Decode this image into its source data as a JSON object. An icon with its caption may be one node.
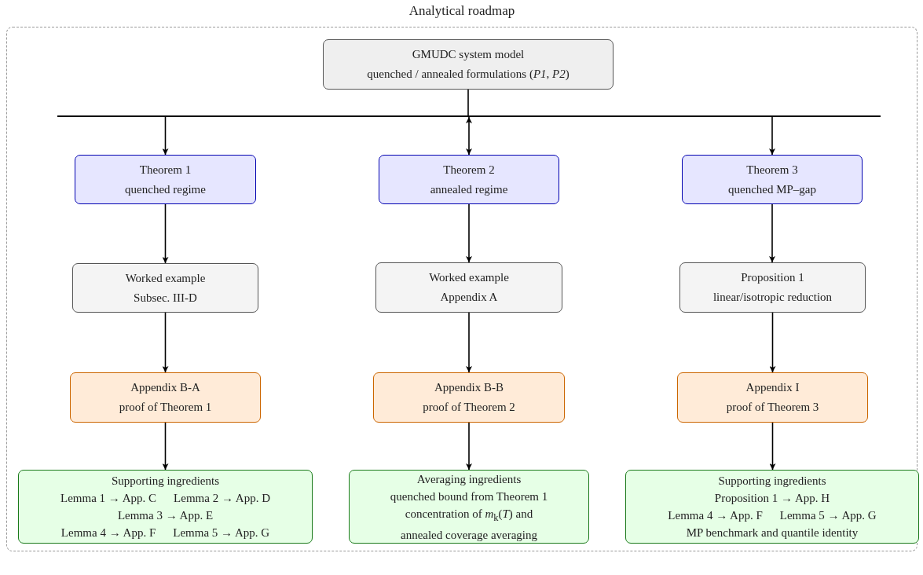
{
  "diagram": {
    "nodes": [
      {
        "text": [
          "Analytical roadmap"
        ]
      },
      {
        "text": [
          "GMUDC system model",
          "quenched / annealed formulations (*P1*, *P2*)"
        ],
        "in": 0
      },
      {
        "text": [],
        "shape": "bar",
        "in": 0
      },
      {
        "text": [
          "Theorem 1",
          "quenched regime"
        ],
        "in": 0
      },
      {
        "text": [
          "Theorem 2",
          "annealed regime"
        ],
        "in": 0
      },
      {
        "text": [
          "Theorem 3",
          "quenched MP–gap"
        ],
        "in": 0
      },
      {
        "text": [
          "Worked example",
          "Subsec. III-D"
        ],
        "in": 0
      },
      {
        "text": [
          "Worked example",
          "Appendix A"
        ],
        "in": 0
      },
      {
        "text": [
          "Proposition 1",
          "linear/isotropic reduction"
        ],
        "in": 0
      },
      {
        "text": [
          "Appendix B-A",
          "proof of Theorem 1"
        ],
        "in": 0
      },
      {
        "text": [
          "Appendix B-B",
          "proof of Theorem 2"
        ],
        "in": 0
      },
      {
        "text": [
          "Appendix I",
          "proof of Theorem 3"
        ],
        "in": 0
      },
      {
        "text": [
          "Supporting ingredients",
          "Lemma 1 → App. C",
          "Lemma 2 → App. D",
          "Lemma 3 → App. E",
          "Lemma 4 → App. F",
          "Lemma 5 → App. G"
        ],
        "in": 0
      },
      {
        "text": [
          "Averaging ingredients",
          "quenched bound from Theorem 1",
          "concentration of *m*$_{k}$(*T*) and annealed coverage averaging"
        ],
        "in": 0
      },
      {
        "text": [
          "Supporting ingredients",
          "Proposition 1 → App. H",
          "Lemma 4 → App. F",
          "Lemma 5 → App. G",
          "MP benchmark and quantile identity"
        ],
        "in": 0
      }
    ],
    "edges": [
      {
        "from": 1,
        "to": 2,
        "arrow": "none"
      },
      {
        "from": 2,
        "to": 3,
        "arrow": "to"
      },
      {
        "from": 2,
        "to": 4,
        "arrow": "both"
      },
      {
        "from": 2,
        "to": 5,
        "arrow": "to"
      },
      {
        "from": 3,
        "to": 6,
        "arrow": "to"
      },
      {
        "from": 4,
        "to": 7,
        "arrow": "to"
      },
      {
        "from": 5,
        "to": 8,
        "arrow": "to"
      },
      {
        "from": 6,
        "to": 9,
        "arrow": "to"
      },
      {
        "from": 7,
        "to": 10,
        "arrow": "to"
      },
      {
        "from": 8,
        "to": 11,
        "arrow": "to"
      },
      {
        "from": 9,
        "to": 12,
        "arrow": "to"
      },
      {
        "from": 10,
        "to": 13,
        "arrow": "to"
      },
      {
        "from": 11,
        "to": 14,
        "arrow": "to"
      }
    ]
  }
}
